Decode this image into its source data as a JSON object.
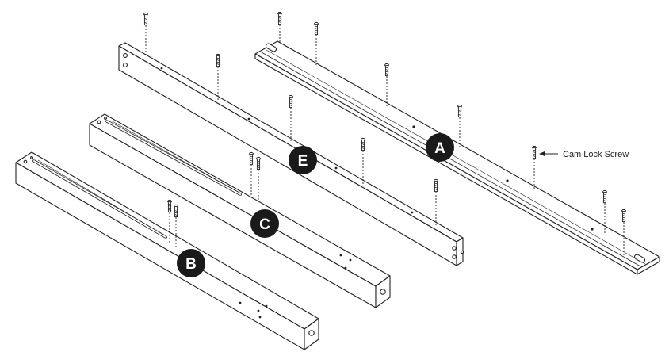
{
  "diagram": {
    "parts": [
      {
        "id": "A",
        "label": "A"
      },
      {
        "id": "E",
        "label": "E"
      },
      {
        "id": "C",
        "label": "C"
      },
      {
        "id": "B",
        "label": "B"
      }
    ],
    "callout": {
      "text": "Cam Lock Screw"
    },
    "colors": {
      "line": "#222222",
      "badge": "#1a1a1a",
      "badge_text": "#ffffff",
      "background": "#ffffff"
    }
  }
}
